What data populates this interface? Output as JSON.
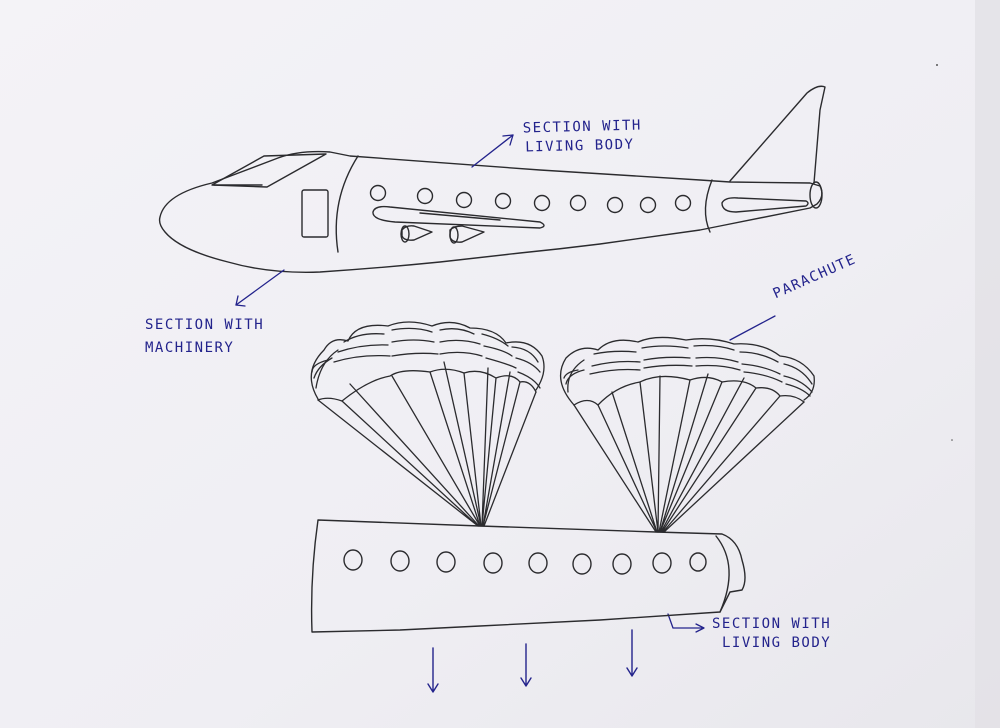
{
  "colors": {
    "paper": "#f2f1f5",
    "ink": "#2b2b2e",
    "label_ink": "#23238c"
  },
  "labels": {
    "top_living": {
      "line1": "SECTION WITH",
      "line2": "LIVING BODY"
    },
    "machinery": {
      "line1": "SECTION WITH",
      "line2": "MACHINERY"
    },
    "parachute": "PARACHUTE",
    "bottom_living": {
      "line1": "SECTION WITH",
      "line2": "LIVING BODY"
    }
  }
}
